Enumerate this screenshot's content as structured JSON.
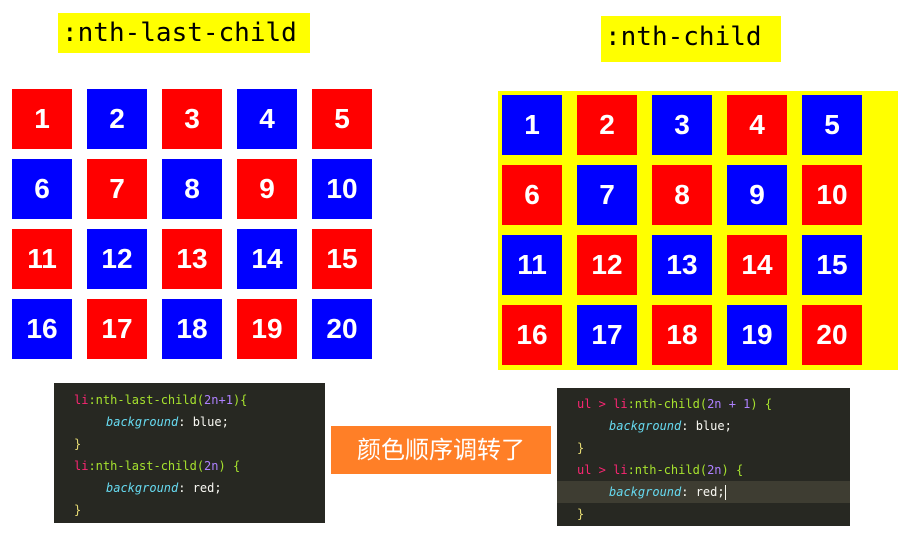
{
  "left": {
    "title": ":nth-last-child",
    "cells": [
      {
        "label": "1",
        "color": "red"
      },
      {
        "label": "2",
        "color": "blue"
      },
      {
        "label": "3",
        "color": "red"
      },
      {
        "label": "4",
        "color": "blue"
      },
      {
        "label": "5",
        "color": "red"
      },
      {
        "label": "6",
        "color": "blue"
      },
      {
        "label": "7",
        "color": "red"
      },
      {
        "label": "8",
        "color": "blue"
      },
      {
        "label": "9",
        "color": "red"
      },
      {
        "label": "10",
        "color": "blue"
      },
      {
        "label": "11",
        "color": "red"
      },
      {
        "label": "12",
        "color": "blue"
      },
      {
        "label": "13",
        "color": "red"
      },
      {
        "label": "14",
        "color": "blue"
      },
      {
        "label": "15",
        "color": "red"
      },
      {
        "label": "16",
        "color": "blue"
      },
      {
        "label": "17",
        "color": "red"
      },
      {
        "label": "18",
        "color": "blue"
      },
      {
        "label": "19",
        "color": "red"
      },
      {
        "label": "20",
        "color": "blue"
      }
    ],
    "code": {
      "rule1_sel": "li",
      "rule1_pseudo": ":nth-last-child(",
      "rule1_arg": "2n+1",
      "rule1_close": "){",
      "rule1_prop": "background",
      "rule1_value": ": blue;",
      "rule1_end": "}",
      "rule2_sel": "li",
      "rule2_pseudo": ":nth-last-child(",
      "rule2_arg": "2n",
      "rule2_close": ") {",
      "rule2_prop": "background",
      "rule2_value": ": red;",
      "rule2_end": "}"
    }
  },
  "right": {
    "title": ":nth-child",
    "cells": [
      {
        "label": "1",
        "color": "blue"
      },
      {
        "label": "2",
        "color": "red"
      },
      {
        "label": "3",
        "color": "blue"
      },
      {
        "label": "4",
        "color": "red"
      },
      {
        "label": "5",
        "color": "blue"
      },
      {
        "label": "6",
        "color": "red"
      },
      {
        "label": "7",
        "color": "blue"
      },
      {
        "label": "8",
        "color": "red"
      },
      {
        "label": "9",
        "color": "blue"
      },
      {
        "label": "10",
        "color": "red"
      },
      {
        "label": "11",
        "color": "blue"
      },
      {
        "label": "12",
        "color": "red"
      },
      {
        "label": "13",
        "color": "blue"
      },
      {
        "label": "14",
        "color": "red"
      },
      {
        "label": "15",
        "color": "blue"
      },
      {
        "label": "16",
        "color": "red"
      },
      {
        "label": "17",
        "color": "blue"
      },
      {
        "label": "18",
        "color": "red"
      },
      {
        "label": "19",
        "color": "blue"
      },
      {
        "label": "20",
        "color": "red"
      }
    ],
    "code": {
      "rule1_sel": "ul > li",
      "rule1_pseudo": ":nth-child(",
      "rule1_arg": "2n + 1",
      "rule1_close": ") {",
      "rule1_prop": "background",
      "rule1_value": ": blue;",
      "rule1_end": "}",
      "rule2_sel": "ul > li",
      "rule2_pseudo": ":nth-child(",
      "rule2_arg": "2n",
      "rule2_close": ") {",
      "rule2_prop": "background",
      "rule2_value": ": red;",
      "rule2_end": "}"
    }
  },
  "note": "颜色顺序调转了",
  "colors": {
    "red": "#ff0000",
    "blue": "#0000ff",
    "highlight": "#ffff00",
    "note_bg": "#ff7f27",
    "editor_bg": "#272822"
  }
}
